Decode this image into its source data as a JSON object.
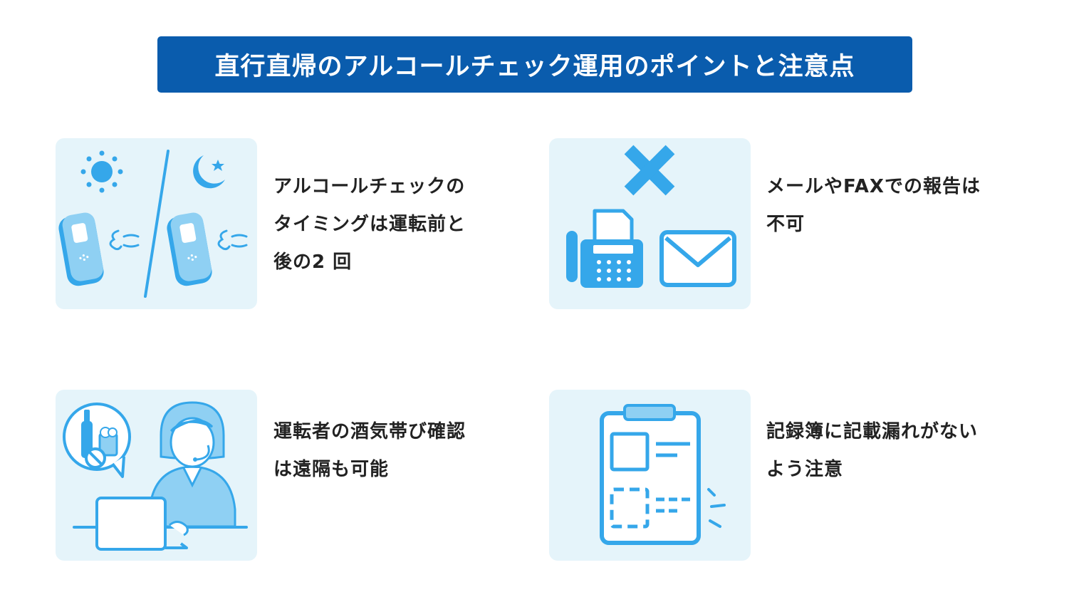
{
  "title": "直行直帰のアルコールチェック運用のポイントと注意点",
  "colors": {
    "title_bg": "#0a5cad",
    "card_bg": "#e5f4fa",
    "accent": "#35a7ea",
    "accent_light": "#c9e9f8",
    "text": "#222222"
  },
  "points": [
    {
      "icon": "breathalyzer-day-night-icon",
      "lines": [
        "アルコールチェックの",
        "タイミングは運転前と",
        "後の2 回"
      ]
    },
    {
      "icon": "no-fax-mail-icon",
      "lines": [
        "メールやFAXでの報告は",
        "不可"
      ]
    },
    {
      "icon": "remote-confirmation-icon",
      "lines": [
        "運転者の酒気帯び確認",
        "は遠隔も可能"
      ]
    },
    {
      "icon": "clipboard-record-icon",
      "lines": [
        "記録簿に記載漏れがない",
        "よう注意"
      ]
    }
  ]
}
